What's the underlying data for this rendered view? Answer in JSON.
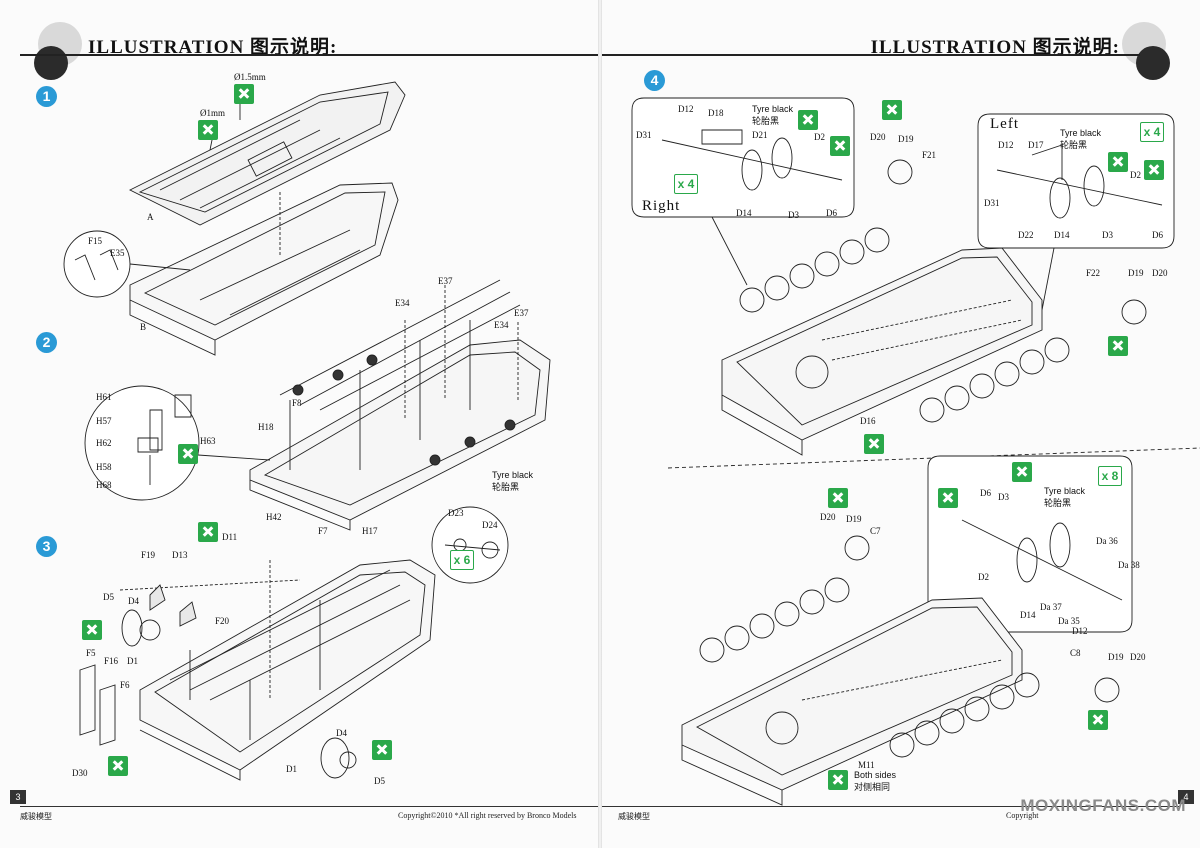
{
  "header": {
    "left_title": "ILLUSTRATION 图示说明:",
    "right_title": "ILLUSTRATION 图示说明:"
  },
  "steps": [
    "1",
    "2",
    "3",
    "4"
  ],
  "step1": {
    "labels": [
      "Ø1.5mm",
      "Ø1mm",
      "A",
      "B",
      "F15",
      "E35"
    ]
  },
  "step2": {
    "labels": [
      "E37",
      "E34",
      "E34",
      "E37",
      "F8",
      "H18",
      "H42",
      "F7",
      "H17",
      "H61",
      "H57",
      "H62",
      "H58",
      "H68",
      "H63",
      "D23",
      "D24"
    ],
    "multiplier": "x 6",
    "tyre_en": "Tyre black",
    "tyre_cn": "轮胎黑"
  },
  "step3": {
    "labels": [
      "D11",
      "F19",
      "D13",
      "D5",
      "D4",
      "F20",
      "F5",
      "F16",
      "F6",
      "D30",
      "D1",
      "D4",
      "D1",
      "D5"
    ]
  },
  "step4": {
    "right_box": {
      "title": "Right",
      "multiplier": "x 4",
      "tyre_en": "Tyre black",
      "tyre_cn": "轮胎黑",
      "labels": [
        "D12",
        "D18",
        "D31",
        "D21",
        "D2",
        "D14",
        "D3",
        "D6"
      ]
    },
    "mid_labels": [
      "D20",
      "D19",
      "F21",
      "D16",
      "F22",
      "D19",
      "D20"
    ],
    "left_box": {
      "title": "Left",
      "multiplier": "x 4",
      "tyre_en": "Tyre black",
      "tyre_cn": "轮胎黑",
      "labels": [
        "D12",
        "D17",
        "D31",
        "D2",
        "D22",
        "D14",
        "D3",
        "D6"
      ]
    },
    "lower_box": {
      "multiplier": "x 8",
      "tyre_en": "Tyre black",
      "tyre_cn": "轮胎黑",
      "labels": [
        "D6",
        "D3",
        "D2",
        "D14",
        "Da 37",
        "Da 35",
        "D12",
        "Da 36",
        "Da 38"
      ]
    },
    "lower_labels": [
      "D20",
      "D19",
      "C7",
      "C8",
      "D19",
      "D20",
      "M11"
    ],
    "both_sides_en": "Both sides",
    "both_sides_cn": "对侧相同"
  },
  "footer": {
    "left_page_no": "3",
    "right_page_no": "4",
    "left_brand": "威骏模型",
    "copyright": "Copyright©2010  *All right reserved by Bronco Models",
    "right_brand": "威骏模型",
    "right_copyright": "Copyright",
    "watermark": "MOXINGFANS.COM"
  }
}
